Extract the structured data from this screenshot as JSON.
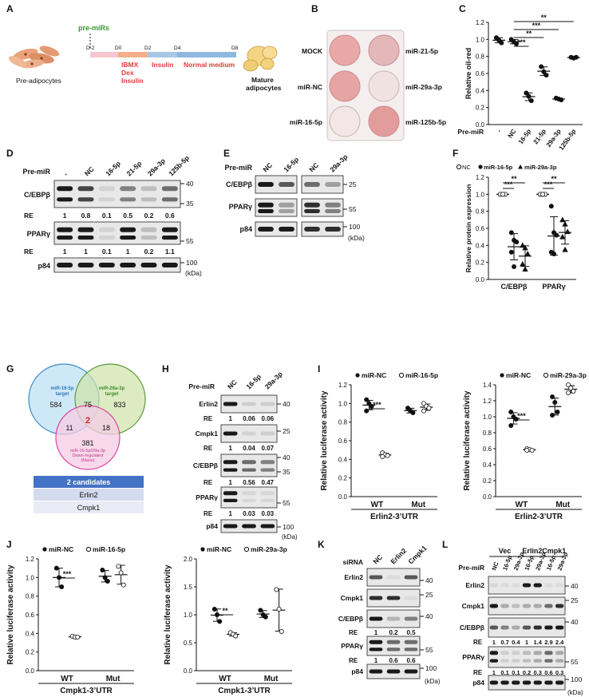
{
  "panels": {
    "a": {
      "label": "A",
      "pre_mirs": "pre-miRs",
      "days": [
        "D-2",
        "D0",
        "D2",
        "D4",
        "D8"
      ],
      "stage1": [
        "IBMX",
        "Dex",
        "Insulin"
      ],
      "stage2": "Insulin",
      "stage3": "Normal medium",
      "pre_adipocytes": "Pre-adipocytes",
      "mature": [
        "Mature",
        "adipocytes"
      ],
      "colors": {
        "red_text": "#e03a3a",
        "green_text": "#3a9a2a"
      }
    },
    "b": {
      "label": "B",
      "left_labels": [
        "MOCK",
        "miR-NC",
        "miR-16-5p"
      ],
      "right_labels": [
        "miR-21-5p",
        "miR-29a-3p",
        "miR-125b-5p"
      ]
    },
    "c": {
      "label": "C",
      "ylabel": "Relative oil-red",
      "yticks": [
        "0.0",
        "0.2",
        "0.4",
        "0.6",
        "0.8",
        "1.0",
        "1.2"
      ],
      "xlabel_title": "Pre-miR",
      "categories": [
        "-",
        "NC",
        "16-5p",
        "21-5p",
        "29a-3p",
        "125b-5p"
      ],
      "sig": [
        "***",
        "**",
        "***",
        "**"
      ]
    },
    "d": {
      "label": "D",
      "premir_label": "Pre-miR",
      "lanes": [
        "-",
        "NC",
        "16-5p",
        "21-5p",
        "29a-3p",
        "125b-5p"
      ],
      "rows": [
        "C/EBPβ",
        "PPARγ",
        "p84"
      ],
      "re_label": "RE",
      "re_cebpb": [
        "1",
        "0.8",
        "0.1",
        "0.5",
        "0.2",
        "0.6"
      ],
      "re_pparg": [
        "1",
        "1",
        "0.1",
        "1",
        "0.2",
        "1.1"
      ],
      "markers": [
        "40",
        "35",
        "55",
        "100"
      ],
      "kda": "(kDa)"
    },
    "e": {
      "label": "E",
      "premir_label": "Pre-miR",
      "lanes": [
        "NC",
        "16-5p",
        "NC",
        "29a-3p"
      ],
      "rows": [
        "C/EBPβ",
        "PPARγ",
        "p84"
      ],
      "markers": [
        "25",
        "55",
        "100"
      ],
      "kda": "(kDa)"
    },
    "f": {
      "label": "F",
      "legend": [
        "NC",
        "miR-16-5p",
        "miR-29a-3p"
      ],
      "ylabel": "Relative protein expression",
      "yticks": [
        "0.0",
        "0.2",
        "0.4",
        "0.6",
        "0.8",
        "1.0",
        "1.2"
      ],
      "categories": [
        "C/EBPβ",
        "PPARγ"
      ],
      "sig": [
        "***",
        "**",
        "***",
        "**"
      ]
    },
    "g": {
      "label": "G",
      "set1": [
        "miR-16-5p",
        "target"
      ],
      "set2": [
        "miR-29a-3p",
        "target"
      ],
      "set3": [
        "miR-16-5p/29a-3p",
        "Down-regulated",
        "(Mass)"
      ],
      "n1": "584",
      "n12": "75",
      "n2": "833",
      "n13": "11",
      "n123": "2",
      "n23": "18",
      "n3": "381",
      "candidates_title": "2 candidates",
      "candidates": [
        "Erlin2",
        "Cmpk1"
      ]
    },
    "h": {
      "label": "H",
      "premir_label": "Pre-miR",
      "lanes": [
        "NC",
        "16-5p",
        "29a-3p"
      ],
      "rows": [
        "Erlin2",
        "Cmpk1",
        "C/EBPβ",
        "PPARγ",
        "p84"
      ],
      "re_label": "RE",
      "re_erlin2": [
        "1",
        "0.06",
        "0.06"
      ],
      "re_cmpk1": [
        "1",
        "0.04",
        "0.07"
      ],
      "re_cebpb": [
        "1",
        "0.56",
        "0.47"
      ],
      "re_pparg": [
        "1",
        "0.03",
        "0.03"
      ],
      "markers": [
        "40",
        "25",
        "40",
        "35",
        "55",
        "100"
      ],
      "kda": "(kDa)"
    },
    "i": {
      "label": "I",
      "ylabel": "Relative luciferase activity",
      "left_legend": [
        "miR-NC",
        "miR-16-5p"
      ],
      "right_legend": [
        "miR-NC",
        "miR-29a-3p"
      ],
      "left_yticks": [
        "0.0",
        "0.2",
        "0.4",
        "0.6",
        "0.8",
        "1.0",
        "1.2"
      ],
      "right_yticks": [
        "0.0",
        "0.2",
        "0.4",
        "0.6",
        "0.8",
        "1.0",
        "1.2",
        "1.4"
      ],
      "groups": [
        "WT",
        "Mut"
      ],
      "xlabel": "Erlin2-3’UTR",
      "sig": "***"
    },
    "j": {
      "label": "J",
      "ylabel": "Relative luciferase activity",
      "left_legend": [
        "miR-NC",
        "miR-16-5p"
      ],
      "right_legend": [
        "miR-NC",
        "miR-29a-3p"
      ],
      "left_yticks": [
        "0.0",
        "0.2",
        "0.4",
        "0.6",
        "0.8",
        "1.0",
        "1.2"
      ],
      "right_yticks": [
        "0.0",
        "0.5",
        "1.0",
        "1.5",
        "2.0"
      ],
      "groups": [
        "WT",
        "Mut"
      ],
      "xlabel": "Cmpk1-3’UTR",
      "sig_left": "***",
      "sig_right": "**"
    },
    "k": {
      "label": "K",
      "sirna_label": "siRNA",
      "lanes": [
        "NC",
        "Erlin2",
        "Cmpk1"
      ],
      "rows": [
        "Erlin2",
        "Cmpk1",
        "C/EBPβ",
        "PPARγ",
        "p84"
      ],
      "re_label": "RE",
      "re_cebpb": [
        "1",
        "0.2",
        "0.5"
      ],
      "re_pparg": [
        "1",
        "0.6",
        "0.6"
      ],
      "markers": [
        "40",
        "25",
        "40",
        "55",
        "100"
      ],
      "kda": "(kDa)"
    },
    "l": {
      "label": "L",
      "groups": [
        "Vec",
        "Erlin2",
        "Cmpk1"
      ],
      "premir_label": "Pre-miR",
      "lanes": [
        "NC",
        "16-5p",
        "29a-3p",
        "16-5p",
        "29a-3p",
        "16-5p",
        "29a-3p"
      ],
      "rows": [
        "Erlin2",
        "Cmpk1",
        "C/EBPβ",
        "PPARγ",
        "p84"
      ],
      "re_label": "RE",
      "re_cebpb": [
        "1",
        "0.7",
        "0.4",
        "1",
        "1.4",
        "2.9",
        "2.4"
      ],
      "re_pparg": [
        "1",
        "0.1",
        "0.1",
        "0.2",
        "0.3",
        "0.6",
        "0.3"
      ],
      "markers": [
        "40",
        "25",
        "40",
        "55",
        "100"
      ],
      "kda": "(kDa)"
    }
  },
  "chart_data": [
    {
      "type": "scatter",
      "panel": "C",
      "ylabel": "Relative oil-red",
      "ylim": [
        0,
        1.2
      ],
      "categories": [
        "-",
        "NC",
        "16-5p",
        "21-5p",
        "29a-3p",
        "125b-5p"
      ],
      "series": [
        {
          "values": [
            [
              1.02,
              0.99,
              0.96
            ],
            [
              1.0,
              0.97,
              0.95
            ],
            [
              0.37,
              0.33,
              0.28
            ],
            [
              0.68,
              0.62,
              0.58
            ],
            [
              0.31,
              0.3,
              0.29
            ],
            [
              0.79,
              0.78,
              0.79
            ]
          ]
        }
      ]
    },
    {
      "type": "scatter",
      "panel": "F",
      "ylabel": "Relative protein expression",
      "ylim": [
        0,
        1.2
      ],
      "categories": [
        "C/EBPβ",
        "PPARγ"
      ],
      "series": [
        {
          "name": "NC",
          "values": [
            [
              1.0,
              1.0,
              1.0,
              1.0,
              1.0
            ],
            [
              1.0,
              1.0,
              1.0,
              1.0,
              1.0
            ]
          ]
        },
        {
          "name": "miR-16-5p",
          "values": [
            [
              0.55,
              0.46,
              0.44,
              0.32,
              0.15
            ],
            [
              0.86,
              0.55,
              0.52,
              0.32,
              0.3
            ]
          ]
        },
        {
          "name": "miR-29a-3p",
          "values": [
            [
              0.4,
              0.37,
              0.3,
              0.18,
              0.12
            ],
            [
              0.7,
              0.65,
              0.56,
              0.5,
              0.35
            ]
          ]
        }
      ]
    },
    {
      "type": "scatter",
      "panel": "I-left",
      "ylabel": "Relative luciferase activity",
      "ylim": [
        0,
        1.2
      ],
      "categories": [
        "WT",
        "Mut"
      ],
      "series": [
        {
          "name": "miR-NC",
          "values": [
            [
              1.04,
              1.0,
              0.97,
              0.92
            ],
            [
              0.95,
              0.92,
              0.9
            ]
          ]
        },
        {
          "name": "miR-16-5p",
          "values": [
            [
              0.47,
              0.45,
              0.44,
              0.43
            ],
            [
              1.0,
              0.97,
              0.95,
              0.92
            ]
          ]
        }
      ]
    },
    {
      "type": "scatter",
      "panel": "I-right",
      "ylabel": "Relative luciferase activity",
      "ylim": [
        0,
        1.4
      ],
      "categories": [
        "WT",
        "Mut"
      ],
      "series": [
        {
          "name": "miR-NC",
          "values": [
            [
              1.06,
              1.0,
              0.97,
              0.89
            ],
            [
              1.25,
              1.18,
              1.06,
              1.02
            ]
          ]
        },
        {
          "name": "miR-29a-3p",
          "values": [
            [
              0.6,
              0.59,
              0.58,
              0.58
            ],
            [
              1.4,
              1.36,
              1.32,
              1.3
            ]
          ]
        }
      ]
    },
    {
      "type": "scatter",
      "panel": "J-left",
      "ylabel": "Relative luciferase activity",
      "ylim": [
        0,
        1.2
      ],
      "categories": [
        "WT",
        "Mut"
      ],
      "series": [
        {
          "name": "miR-NC",
          "values": [
            [
              1.1,
              1.0,
              0.9
            ],
            [
              1.08,
              1.0,
              0.96
            ]
          ]
        },
        {
          "name": "miR-16-5p",
          "values": [
            [
              0.37,
              0.36,
              0.36
            ],
            [
              1.12,
              1.05,
              0.92
            ]
          ]
        }
      ]
    },
    {
      "type": "scatter",
      "panel": "J-right",
      "ylabel": "Relative luciferase activity",
      "ylim": [
        0,
        2.0
      ],
      "categories": [
        "WT",
        "Mut"
      ],
      "series": [
        {
          "name": "miR-NC",
          "values": [
            [
              1.1,
              1.0,
              0.88
            ],
            [
              1.08,
              1.0,
              0.96
            ]
          ]
        },
        {
          "name": "miR-29a-3p",
          "values": [
            [
              0.68,
              0.65,
              0.62
            ],
            [
              1.45,
              1.1,
              0.7
            ]
          ]
        }
      ]
    }
  ]
}
